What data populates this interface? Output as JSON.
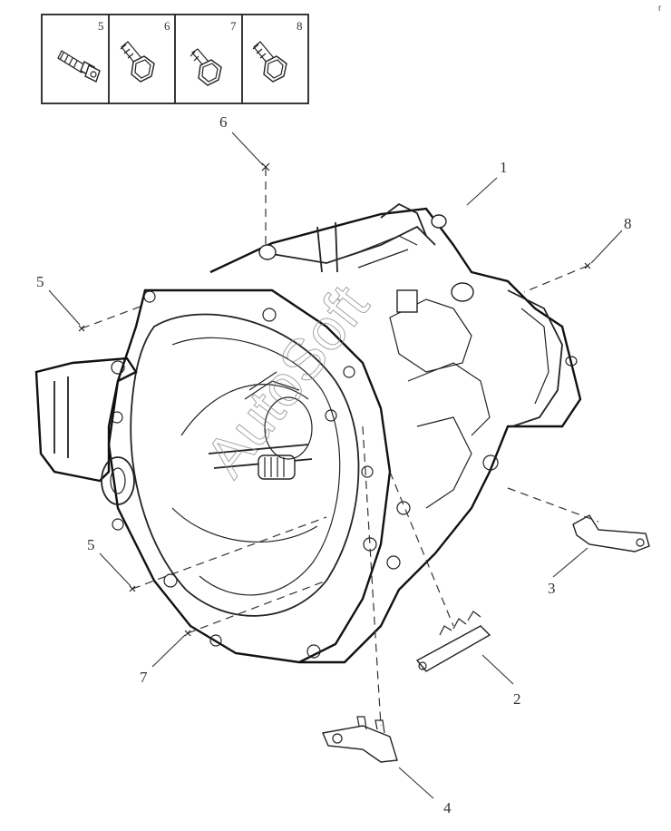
{
  "fastener_box": {
    "cells": [
      {
        "number": "5",
        "icon": "flange-bolt-long-icon"
      },
      {
        "number": "6",
        "icon": "hex-bolt-icon"
      },
      {
        "number": "7",
        "icon": "hex-bolt-short-icon"
      },
      {
        "number": "8",
        "icon": "hex-bolt-icon"
      }
    ]
  },
  "callouts": {
    "c1": "1",
    "c2": "2",
    "c3": "3",
    "c4": "4",
    "c5a": "5",
    "c5b": "5",
    "c6": "6",
    "c7": "7",
    "c8": "8"
  },
  "watermark": "AutoSoft",
  "corner_mark": "r"
}
